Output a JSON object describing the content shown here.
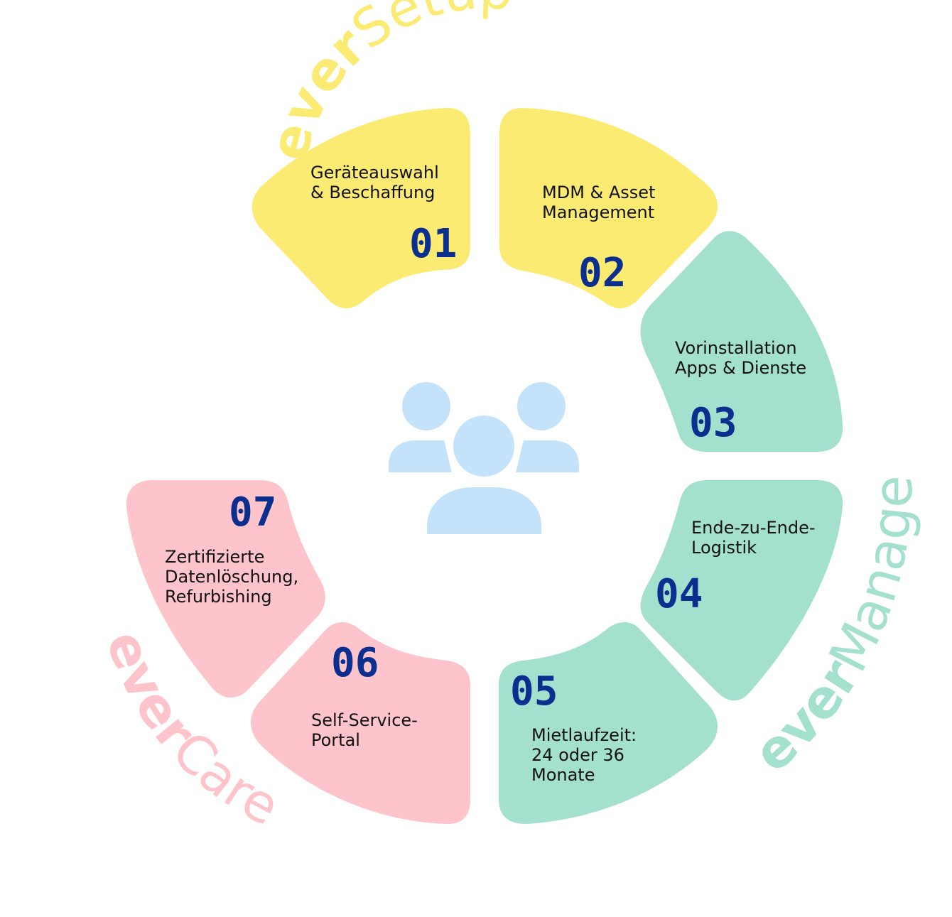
{
  "colors": {
    "setup": "#fbeb72",
    "manage": "#a3e0ce",
    "care": "#fdc4cb",
    "number": "#0a2f8f",
    "text": "#111111",
    "people_icon": "#c4e3fb"
  },
  "center_icon": "users-group-icon",
  "groups": {
    "setup": {
      "prefix": "ever",
      "name": "Setup"
    },
    "manage": {
      "prefix": "ever",
      "name": "Manage"
    },
    "care": {
      "prefix": "ever",
      "name": "Care"
    }
  },
  "segments": [
    {
      "number": "01",
      "lines": [
        "Geräteauswahl",
        "& Beschaffung"
      ],
      "group": "setup"
    },
    {
      "number": "02",
      "lines": [
        "MDM & Asset",
        "Management"
      ],
      "group": "setup"
    },
    {
      "number": "03",
      "lines": [
        "Vorinstallation",
        "Apps & Dienste"
      ],
      "group": "manage"
    },
    {
      "number": "04",
      "lines": [
        "Ende-zu-Ende-",
        "Logistik"
      ],
      "group": "manage"
    },
    {
      "number": "05",
      "lines": [
        "Mietlaufzeit:",
        "24 oder 36",
        "Monate"
      ],
      "group": "manage"
    },
    {
      "number": "06",
      "lines": [
        "Self-Service-",
        "Portal"
      ],
      "group": "care"
    },
    {
      "number": "07",
      "lines": [
        "Zertifizierte",
        "Datenlöschung,",
        "Refurbishing"
      ],
      "group": "care"
    }
  ]
}
